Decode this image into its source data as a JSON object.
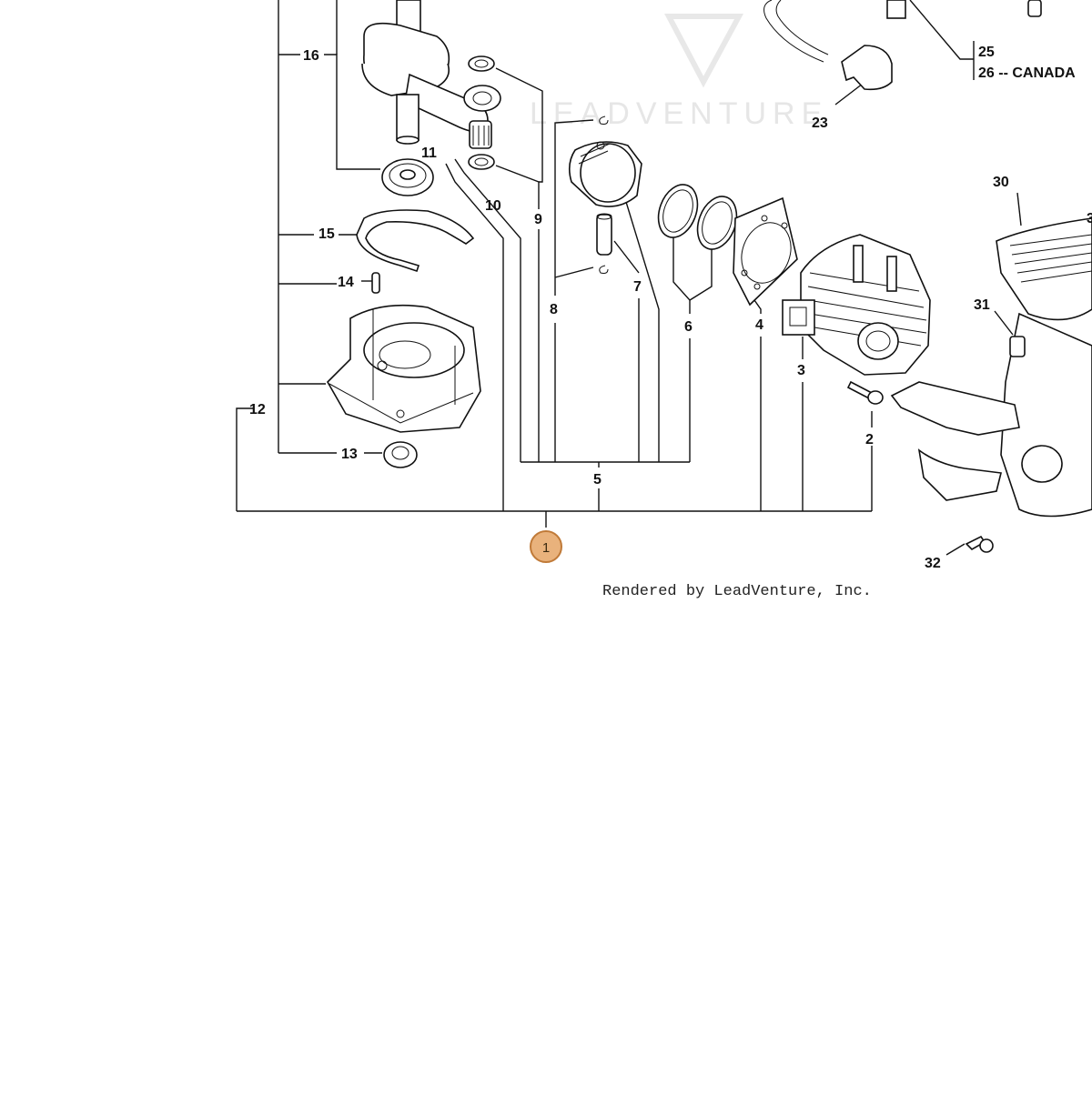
{
  "watermark": {
    "text": "LEADVENTURE"
  },
  "credit": "Rendered by LeadVenture, Inc.",
  "hotspot": {
    "label": "1",
    "fill": "#e9b27c",
    "stroke": "#c07a38"
  },
  "callouts": {
    "c2": "2",
    "c3": "3",
    "c4": "4",
    "c5": "5",
    "c6": "6",
    "c7": "7",
    "c8": "8",
    "c9": "9",
    "c10": "10",
    "c11": "11",
    "c12": "12",
    "c13": "13",
    "c14": "14",
    "c15": "15",
    "c16": "16",
    "c23": "23",
    "c25": "25",
    "c26": "26 -- CANADA",
    "c30": "30",
    "c31": "31",
    "c32": "32",
    "c3b": "3"
  }
}
